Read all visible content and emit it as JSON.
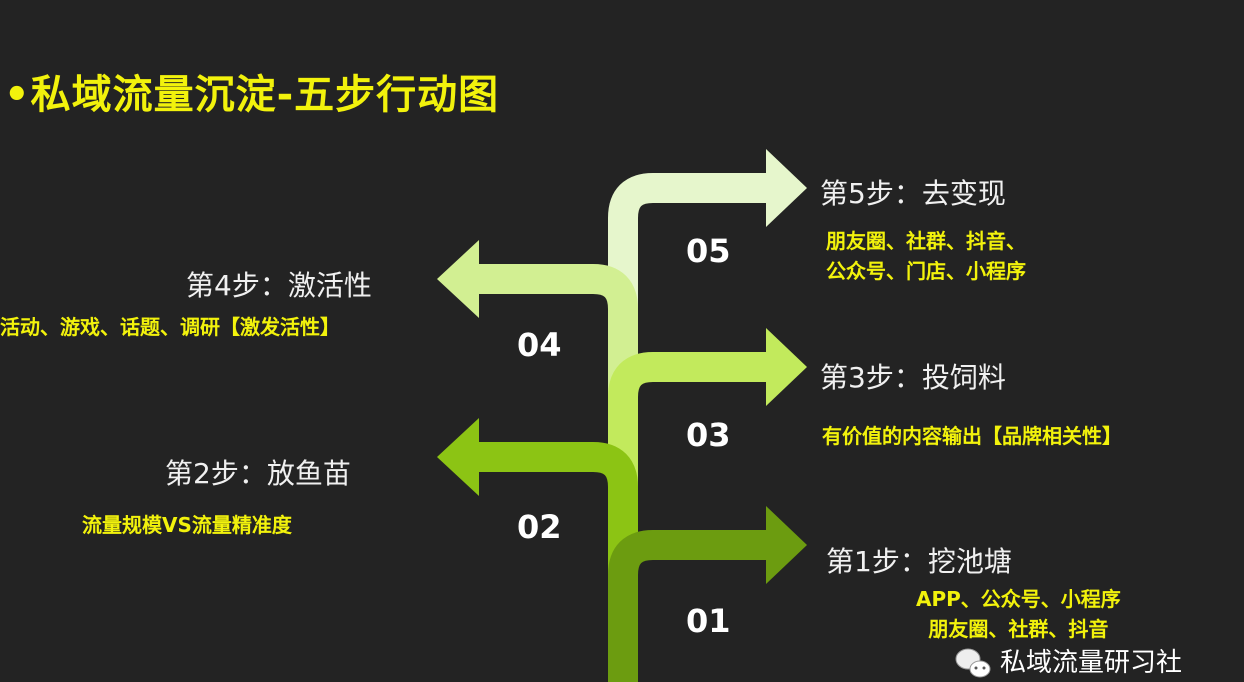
{
  "title": "•私域流量沉淀-五步行动图",
  "steps": [
    {
      "number": "01",
      "label": "第1步：挖池塘",
      "desc": [
        "APP、公众号、小程序",
        "朋友圈、社群、抖音"
      ],
      "color": "#6c9c10"
    },
    {
      "number": "02",
      "label": "第2步：放鱼苗",
      "desc": [
        "流量规模VS流量精准度"
      ],
      "color": "#8cc414"
    },
    {
      "number": "03",
      "label": "第3步：投饲料",
      "desc": [
        "有价值的内容输出【品牌相关性】"
      ],
      "color": "#c2ea5c"
    },
    {
      "number": "04",
      "label": "第4步：激活性",
      "desc": [
        "活动、游戏、话题、调研【激发活性】"
      ],
      "color": "#d2ef92"
    },
    {
      "number": "05",
      "label": "第5步：去变现",
      "desc": [
        "朋友圈、社群、抖音、",
        "公众号、门店、小程序"
      ],
      "color": "#e6f6cc"
    }
  ],
  "watermark": {
    "icon": "wechat-icon",
    "text": "私域流量研习社"
  }
}
